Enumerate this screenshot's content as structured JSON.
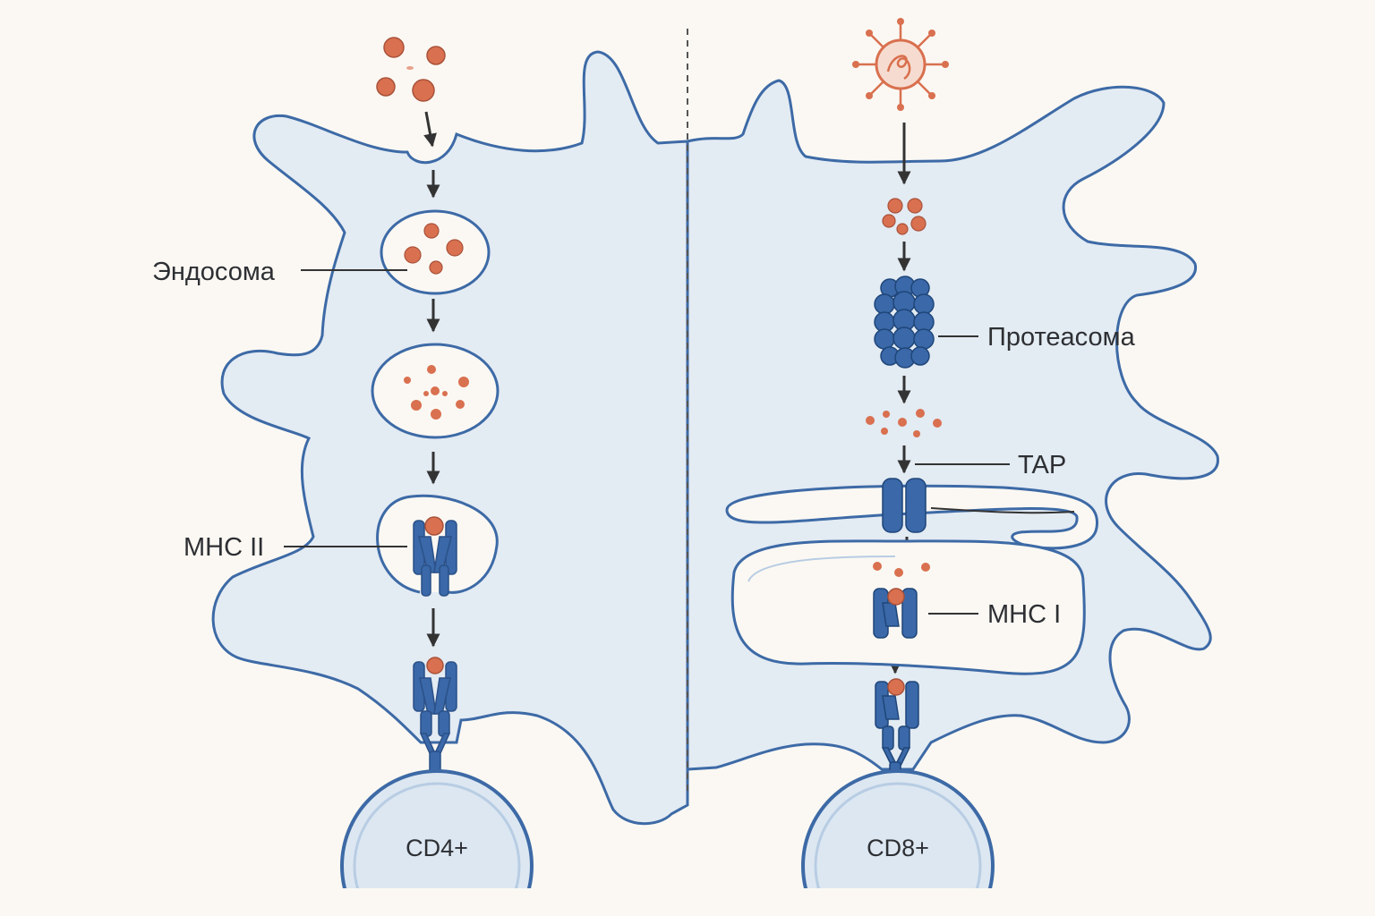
{
  "labels": {
    "endosome": "Эндосома",
    "mhc2": "MHC II",
    "proteasome": "Протеасома",
    "tap": "TAP",
    "mhc1": "MHC I"
  },
  "tcells": {
    "left": "CD4+",
    "right": "CD8+"
  },
  "colors": {
    "background": "#fbf8f3",
    "cytoplasm": "#e3ebf3",
    "membrane": "#3d6aa6",
    "protein": "#3a68a8",
    "antigen": "#d9704f",
    "arrow": "#333333"
  }
}
